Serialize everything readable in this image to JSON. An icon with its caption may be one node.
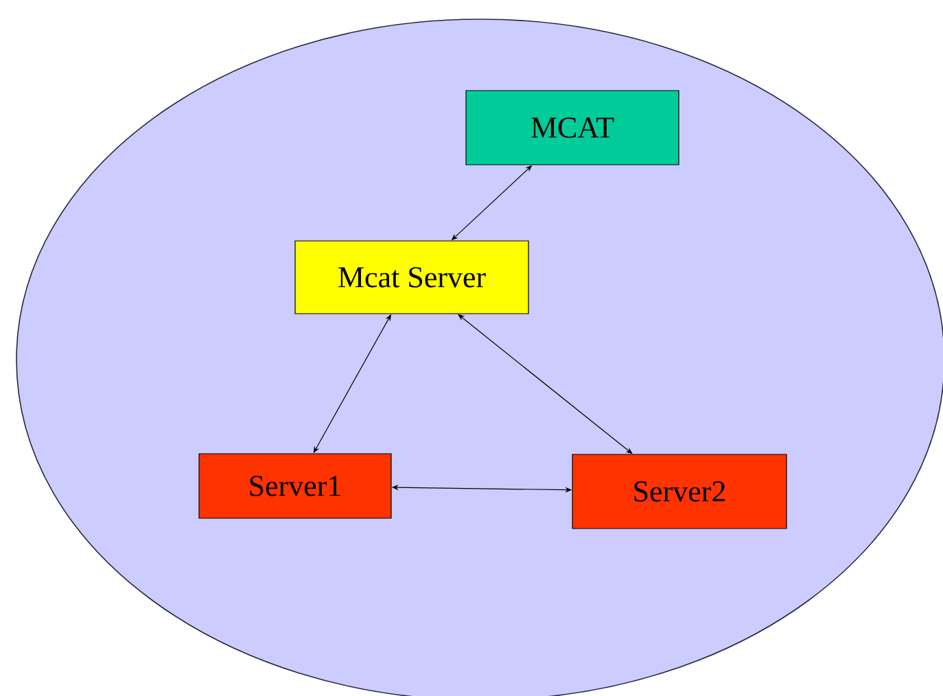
{
  "diagram": {
    "nodes": [
      {
        "text": [
          "MCAT"
        ]
      },
      {
        "text": [
          "Mcat Server"
        ]
      },
      {
        "text": [
          "Server1"
        ]
      },
      {
        "text": [
          "Server2"
        ]
      }
    ],
    "edges": [
      {
        "from": 0,
        "to": 1,
        "arrow": "both"
      },
      {
        "from": 1,
        "to": 2,
        "arrow": "both"
      },
      {
        "from": 1,
        "to": 3,
        "arrow": "both"
      },
      {
        "from": 2,
        "to": 3,
        "arrow": "both"
      }
    ]
  }
}
